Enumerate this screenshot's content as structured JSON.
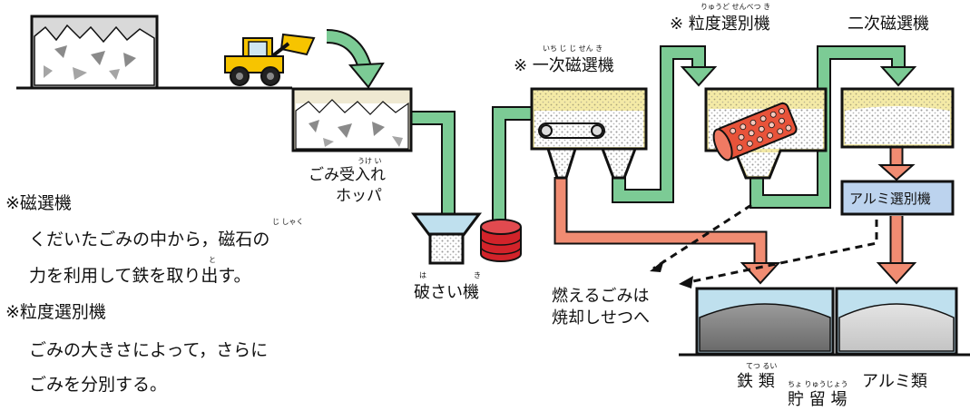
{
  "labels": {
    "hopper": [
      "ごみ受入れ",
      "ホッパ"
    ],
    "hopper_ruby": "うけ い",
    "crusher": "破さい機",
    "crusher_ruby_ha": "は",
    "crusher_ruby_ki": "き",
    "primary_separator": "※ 一次磁選機",
    "primary_ruby": "いち じ じ せん き",
    "size_sorter": "※ 粒度選別機",
    "size_ruby": "りゅうど せんべつ き",
    "secondary_separator": "二次磁選機",
    "aluminum_sorter": "アルミ選別機",
    "burnable": [
      "燃えるごみは",
      "焼却しせつへ"
    ],
    "iron": "鉄 類",
    "iron_ruby": "てつ るい",
    "storage": "貯 留 場",
    "storage_ruby": "ちょ りゅうじょう",
    "aluminum": "アルミ類"
  },
  "notes": {
    "magnetic_title": "※磁選機",
    "magnetic_desc_1": "くだいたごみの中から，磁石の",
    "magnetic_desc_1_ruby": "じ しゃく",
    "magnetic_desc_2": "力を利用して鉄を取り出す。",
    "magnetic_desc_2_ruby": "と",
    "size_title": "※粒度選別機",
    "size_desc_1": "ごみの大きさによって，さらに",
    "size_desc_2": "ごみを分別する。"
  },
  "colors": {
    "conveyor_green": "#7ccb95",
    "residue_orange": "#f08c72",
    "yellow_bin": "#f4eaa6",
    "blue_bin": "#bfe0ee",
    "crusher_red": "#d2232a",
    "drum_orange": "#e8533a",
    "aluminum_box": "#bcd3ee",
    "loader_yellow": "#f7c400"
  },
  "icons": [
    "wheel-loader-icon",
    "curved-arrow-icon",
    "crusher-drum-icon",
    "trommel-screen-icon",
    "conveyor-roller-icon"
  ]
}
